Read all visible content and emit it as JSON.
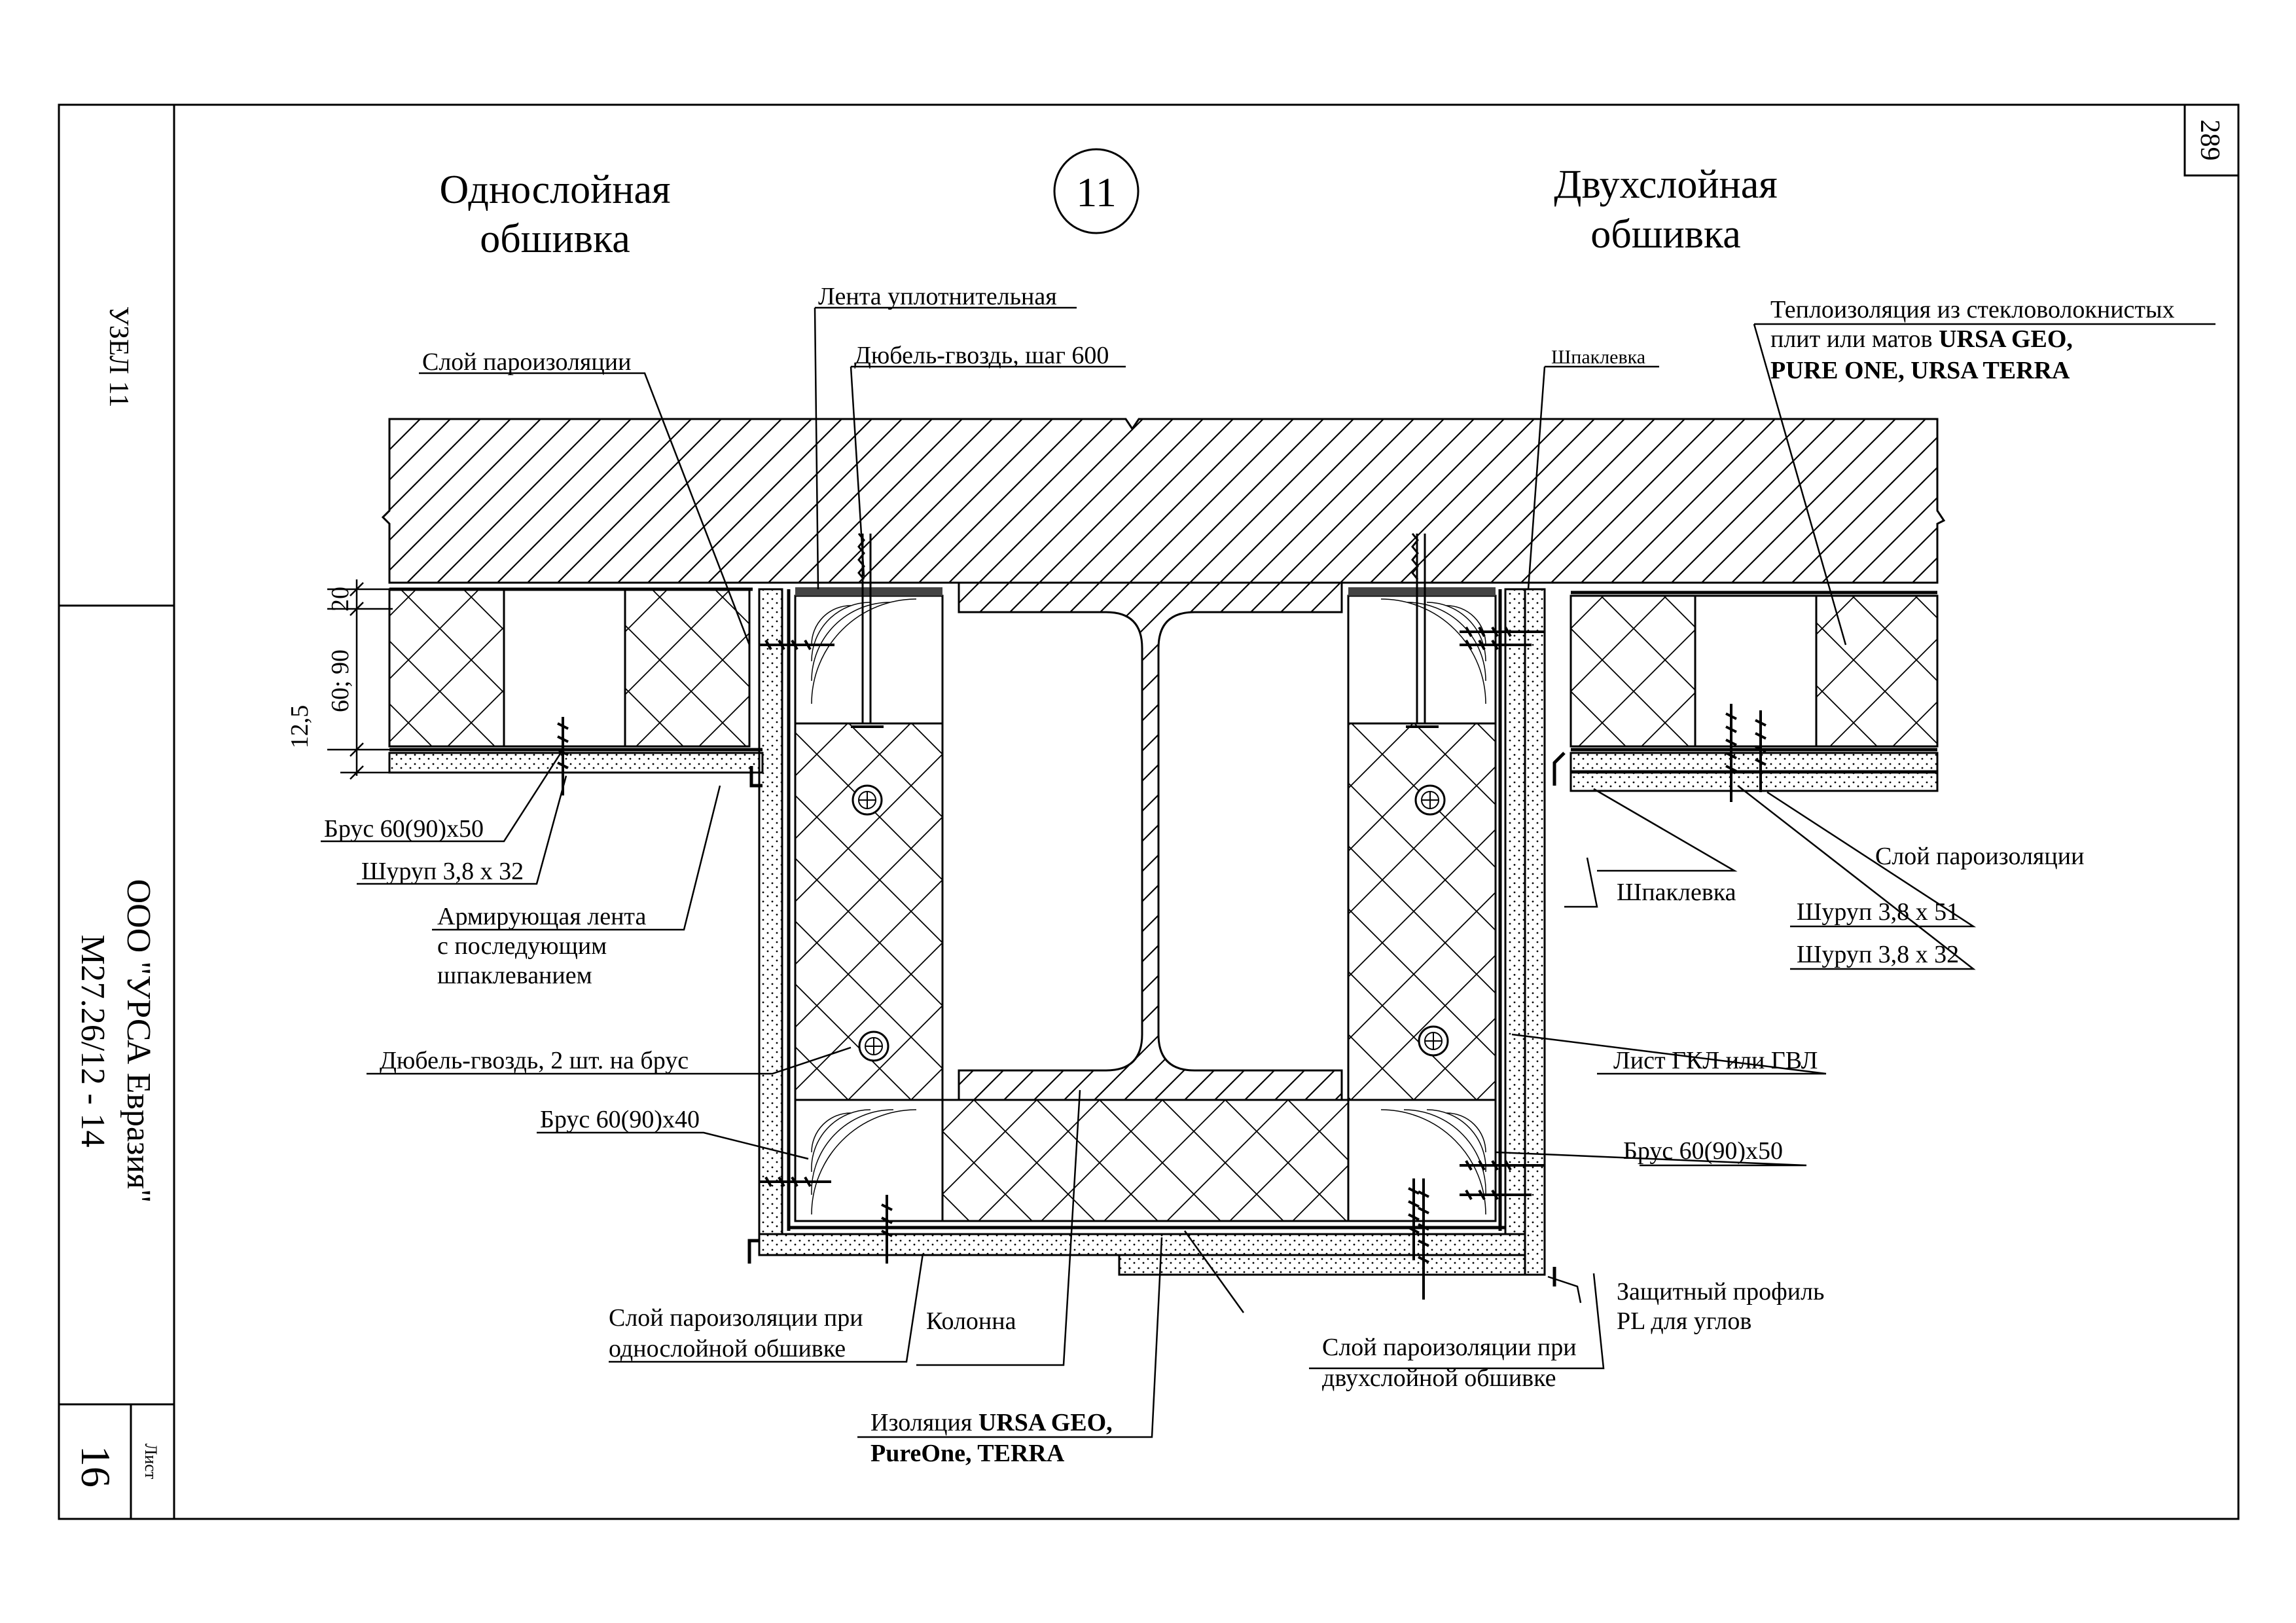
{
  "sheet": {
    "node_number": "11",
    "page_number": "289",
    "side_node": "УЗЕЛ 11",
    "company": "ООО \"УРСА Евразия\"",
    "doc_code": "М27.26/12 - 14",
    "sheet_label": "Лист",
    "sheet_number": "16"
  },
  "headings": {
    "left_line1": "Однослойная",
    "left_line2": "обшивка",
    "right_line1": "Двухслойная",
    "right_line2": "обшивка"
  },
  "dimensions": {
    "d20": "20",
    "d60_90": "60; 90",
    "d12_5": "12,5"
  },
  "labels": {
    "seal_tape": "Лента уплотнительная",
    "dowel_step": "Дюбель-гвоздь, шаг 600",
    "vapor_layer_left": "Слой пароизоляции",
    "putty_top": "Шпаклевка",
    "thermal_line1": "Теплоизоляция из стекловолокнистых",
    "thermal_line2_plain": "плит или матов ",
    "thermal_line2_bold": "URSA GEO,",
    "thermal_line3": "PURE ONE, URSA TERRA",
    "beam_60x50_left": "Брус 60(90)х50",
    "screw_32_left": "Шуруп 3,8 х 32",
    "tape_line1": "Армирующая лента",
    "tape_line2": "с последующим",
    "tape_line3": "шпаклеванием",
    "dowel_two": "Дюбель-гвоздь, 2 шт. на брус",
    "beam_60x40": "Брус 60(90)х40",
    "vapor_layer_right": "Слой пароизоляции",
    "putty_right": "Шпаклевка",
    "screw_51": "Шуруп 3,8 х 51",
    "screw_32_right": "Шуруп 3,8 х 32",
    "gkl_sheet": "Лист ГКЛ или ГВЛ",
    "beam_60x50_right": "Брус 60(90)х50",
    "profile_line1": "Защитный профиль",
    "profile_line2": "PL для углов",
    "vapor_single_line1": "Слой пароизоляции при",
    "vapor_single_line2": "однослойной обшивке",
    "column": "Колонна",
    "vapor_double_line1": "Слой пароизоляции при",
    "vapor_double_line2": "двухслойной обшивке",
    "insulation_line1_plain": "Изоляция ",
    "insulation_line1_bold": "URSA GEO,",
    "insulation_line2": "PureOne, TERRA"
  }
}
